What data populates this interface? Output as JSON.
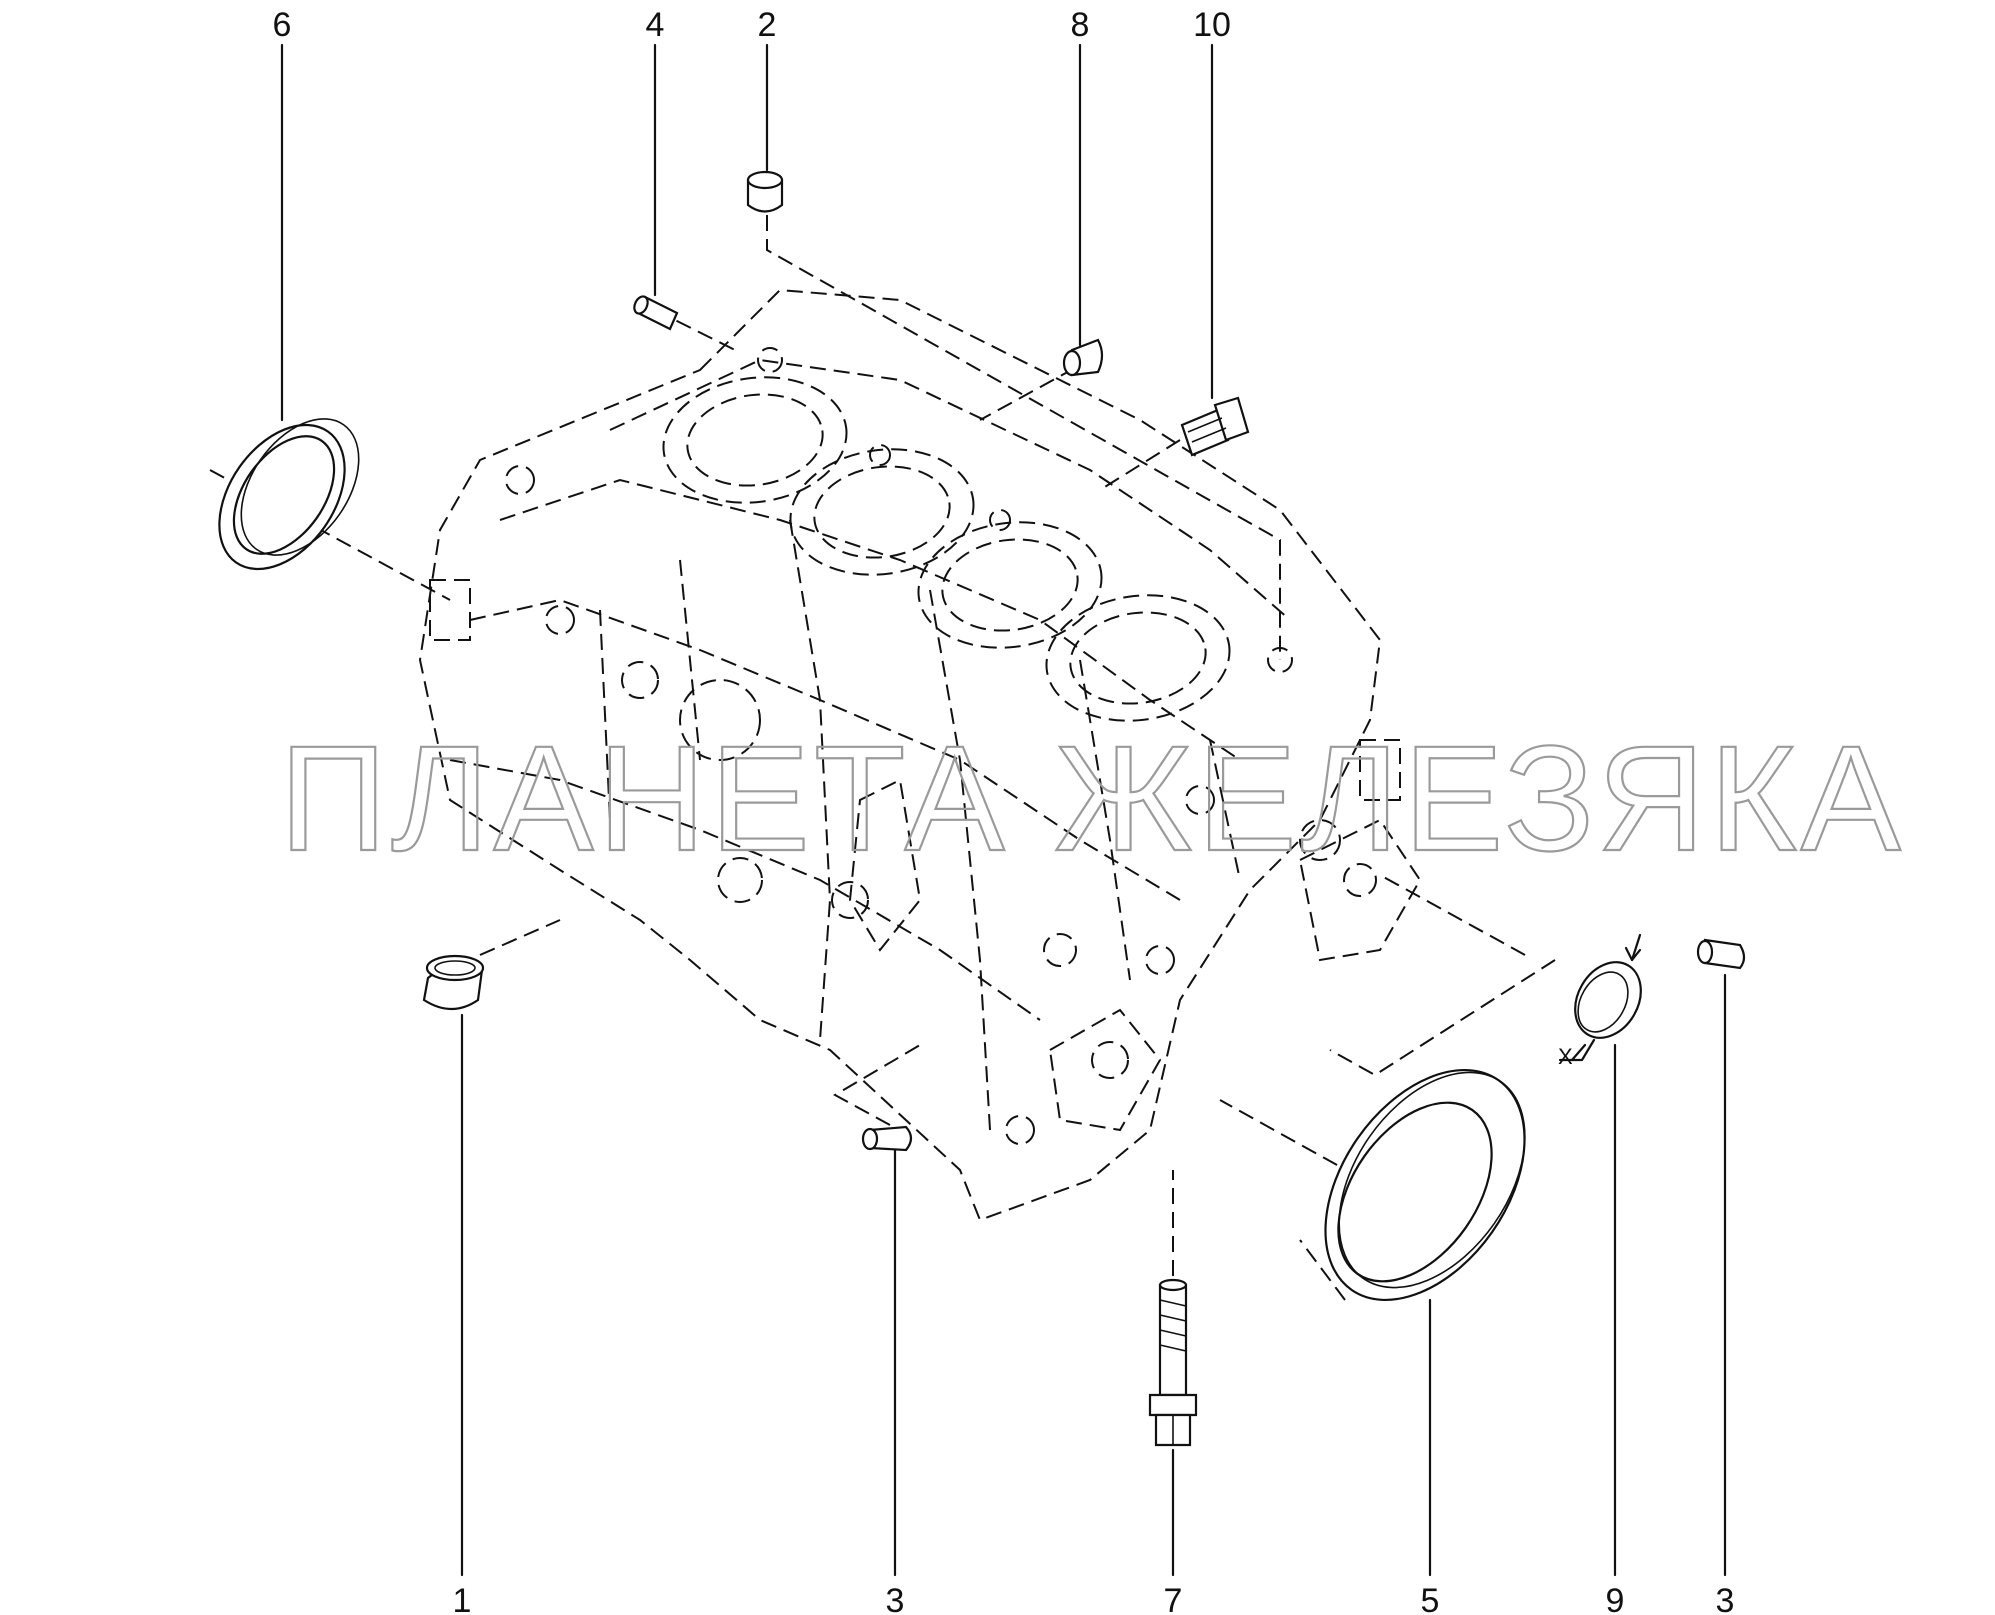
{
  "callouts": {
    "c6": "6",
    "c4": "4",
    "c2": "2",
    "c8": "8",
    "c10": "10",
    "c1": "1",
    "c3a": "3",
    "c7": "7",
    "c5": "5",
    "c9": "9",
    "c3b": "3"
  },
  "axis_mark": "X",
  "watermark": "ПЛАНЕТА ЖЕЛЕЗЯКА"
}
